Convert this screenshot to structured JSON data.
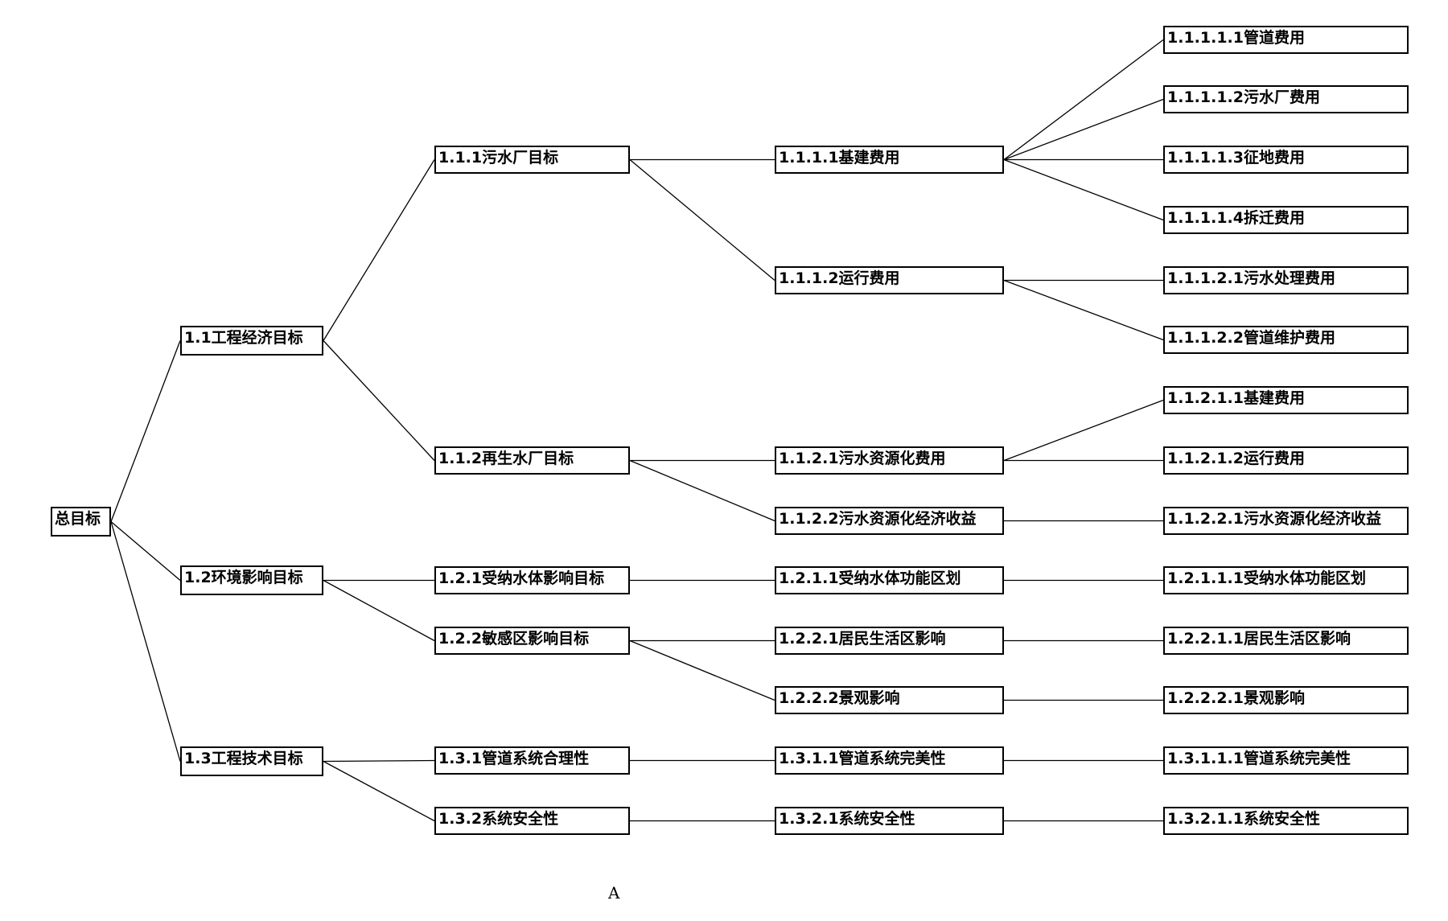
{
  "diagram": {
    "root": "总目标",
    "level1": [
      "1.1工程经济目标",
      "1.2环境影响目标",
      "1.3工程技术目标"
    ],
    "level2": [
      "1.1.1污水厂目标",
      "1.1.2再生水厂目标",
      "1.2.1受纳水体影响目标",
      "1.2.2敏感区影响目标",
      "1.3.1管道系统合理性",
      "1.3.2系统安全性"
    ],
    "level3": [
      "1.1.1.1基建费用",
      "1.1.1.2运行费用",
      "1.1.2.1污水资源化费用",
      "1.1.2.2污水资源化经济收益",
      "1.2.1.1受纳水体功能区划",
      "1.2.2.1居民生活区影响",
      "1.2.2.2景观影响",
      "1.3.1.1管道系统完美性",
      "1.3.2.1系统安全性"
    ],
    "level4": [
      "1.1.1.1.1管道费用",
      "1.1.1.1.2污水厂费用",
      "1.1.1.1.3征地费用",
      "1.1.1.1.4拆迁费用",
      "1.1.1.2.1污水处理费用",
      "1.1.1.2.2管道维护费用",
      "1.1.2.1.1基建费用",
      "1.1.2.1.2运行费用",
      "1.1.2.2.1污水资源化经济收益",
      "1.2.1.1.1受纳水体功能区划",
      "1.2.2.1.1居民生活区影响",
      "1.2.2.2.1景观影响",
      "1.3.1.1.1管道系统完美性",
      "1.3.2.1.1系统安全性"
    ],
    "caption": "A"
  }
}
